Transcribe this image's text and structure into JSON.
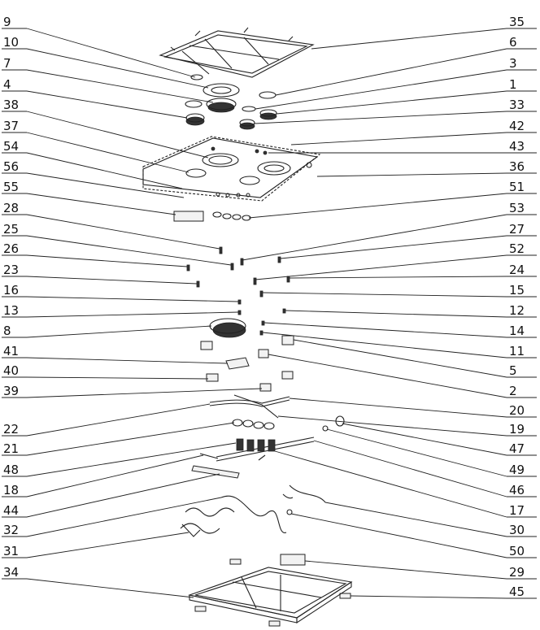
{
  "diagram": {
    "left_callouts": [
      "9",
      "10",
      "7",
      "4",
      "38",
      "37",
      "54",
      "56",
      "55",
      "28",
      "25",
      "26",
      "23",
      "16",
      "13",
      "8",
      "41",
      "40",
      "39",
      "22",
      "21",
      "48",
      "18",
      "44",
      "32",
      "31",
      "34"
    ],
    "right_callouts": [
      "35",
      "6",
      "3",
      "1",
      "33",
      "42",
      "43",
      "36",
      "51",
      "53",
      "27",
      "52",
      "24",
      "15",
      "12",
      "14",
      "11",
      "5",
      "2",
      "20",
      "19",
      "47",
      "49",
      "46",
      "17",
      "30",
      "50",
      "29",
      "45"
    ]
  }
}
